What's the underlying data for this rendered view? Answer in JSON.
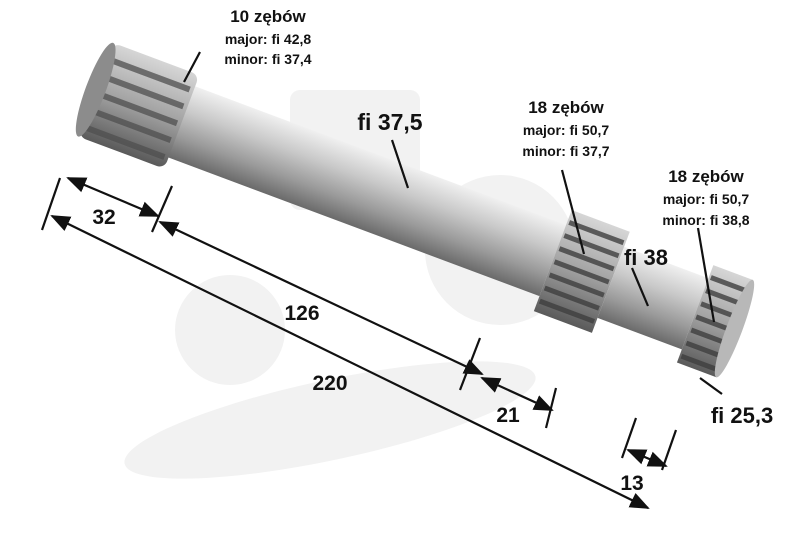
{
  "annotations": {
    "spline_left": {
      "title": "10 zębów",
      "major": "major: fi 42,8",
      "minor": "minor: fi 37,4"
    },
    "spline_mid": {
      "title": "18 zębów",
      "major": "major: fi 50,7",
      "minor": "minor: fi 37,7"
    },
    "spline_right": {
      "title": "18 zębów",
      "major": "major: fi 50,7",
      "minor": "minor: fi 38,8"
    },
    "shaft_diameter": "fi 37,5",
    "neck_diameter": "fi 38",
    "end_diameter": "fi 25,3"
  },
  "dimensions": {
    "left_spline_length": "32",
    "shaft_length": "126",
    "total_length": "220",
    "mid_spline_length": "21",
    "right_spline_length": "13"
  },
  "colors": {
    "steel_light": "#e3e3e3",
    "steel_mid": "#a8a8a8",
    "steel_dark": "#5e5e5e",
    "watermark": "#f1f1f1",
    "ink": "#111111"
  }
}
